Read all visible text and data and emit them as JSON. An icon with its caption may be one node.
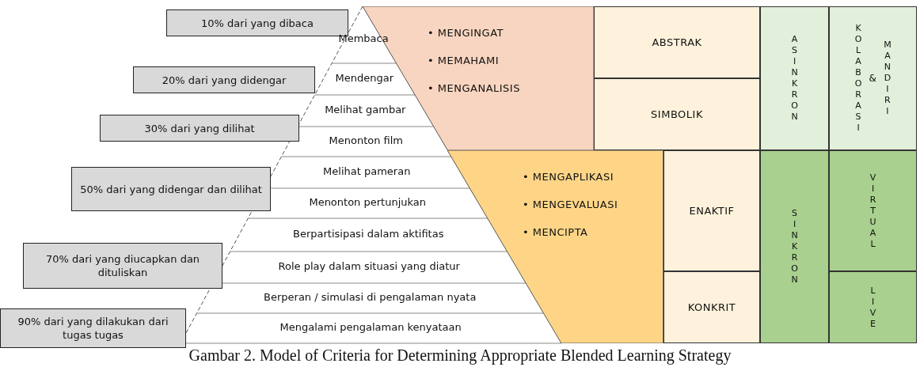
{
  "diagram": {
    "caption": "Gambar 2. Model of Criteria for Determining Appropriate Blended Learning Strategy",
    "nodes": [
      {
        "text": [
          "10% dari yang dibaca"
        ]
      },
      {
        "text": [
          "20% dari yang didengar"
        ]
      },
      {
        "text": [
          "30% dari yang dilihat"
        ]
      },
      {
        "text": [
          "50% dari yang didengar dan dilihat"
        ]
      },
      {
        "text": [
          "70% dari yang diucapkan dan dituliskan"
        ]
      },
      {
        "text": [
          "90% dari yang dilakukan dari tugas tugas"
        ]
      },
      {
        "text": [
          "Membaca"
        ]
      },
      {
        "text": [
          "Mendengar"
        ]
      },
      {
        "text": [
          "Melihat gambar"
        ]
      },
      {
        "text": [
          "Menonton film"
        ]
      },
      {
        "text": [
          "Melihat pameran"
        ]
      },
      {
        "text": [
          "Menonton pertunjukan"
        ]
      },
      {
        "text": [
          "Berpartisipasi dalam aktifitas"
        ]
      },
      {
        "text": [
          "Role play dalam situasi yang diatur"
        ]
      },
      {
        "text": [
          "Berperan / simulasi di pengalaman nyata"
        ]
      },
      {
        "text": [
          "Mengalami pengalaman kenyataan"
        ]
      },
      {
        "text": [
          "• MENGINGAT",
          "• MEMAHAMI",
          "• MENGANALISIS"
        ]
      },
      {
        "text": [
          "ABSTRAK"
        ]
      },
      {
        "text": [
          "SIMBOLIK"
        ]
      },
      {
        "text": [
          "ASINKRON"
        ]
      },
      {
        "text": [
          "KOLABORASI",
          "&",
          "MANDIRI"
        ]
      },
      {
        "text": [
          "• MENGAPLIKASI",
          "• MENGEVALUASI",
          "• MENCIPTA"
        ]
      },
      {
        "text": [
          "ENAKTIF"
        ]
      },
      {
        "text": [
          "KONKRIT"
        ]
      },
      {
        "text": [
          "SINKRON"
        ]
      },
      {
        "text": [
          "VIRTUAL"
        ]
      },
      {
        "text": [
          "LIVE"
        ]
      }
    ]
  }
}
